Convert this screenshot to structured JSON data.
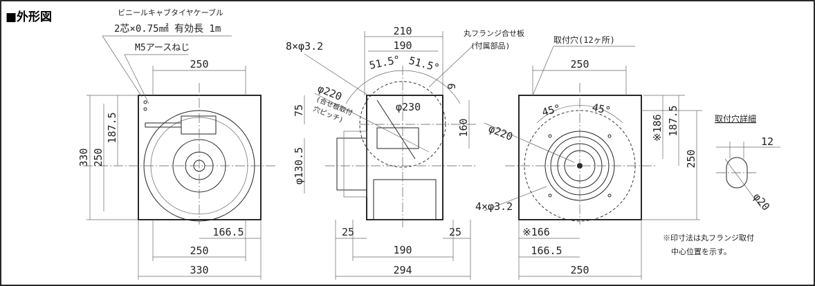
{
  "title": "■外形図",
  "left_view": {
    "cable_label_1": "ビニールキャブタイヤケーブル",
    "cable_label_2": "2芯×0.75㎟ 有効長 1m",
    "screw_label": "M5アースねじ",
    "dim_top": "250",
    "dim_height_outer": "330",
    "dim_height_inner": "250",
    "dim_center": "187.5",
    "dim_offset": "166.5",
    "dim_bottom_inner": "250",
    "dim_bottom_outer": "330"
  },
  "middle_view": {
    "dim_210": "210",
    "dim_190_top": "190",
    "holes": "8×φ3.2",
    "angle_left": "51.5°",
    "angle_right": "51.5°",
    "flange_label": "丸フランジ合せ板",
    "flange_sub": "(付属部品)",
    "pitch_dia": "φ220",
    "pitch_note_1": "(合せ板取付",
    "pitch_note_2": "穴ピッチ)",
    "dia_230": "φ230",
    "dim_9": "9",
    "dim_75": "75",
    "dim_160": "160",
    "dia_130_5": "φ130.5",
    "dim_25_left": "25",
    "dim_190_bottom": "190",
    "dim_25_right": "25",
    "dim_294": "294"
  },
  "right_view": {
    "holes_label": "取付穴(12ヶ所)",
    "dim_top": "250",
    "angle_left": "45°",
    "angle_right": "45°",
    "dia_220": "φ220",
    "dim_186": "※186",
    "dim_187_5": "187.5",
    "dim_250_v": "250",
    "holes_small": "4×φ3.2",
    "dim_166": "※166",
    "dim_166_5": "166.5",
    "dim_bottom": "250"
  },
  "detail": {
    "label": "取付穴詳細",
    "dim_12": "12",
    "dia_20": "φ20"
  },
  "note": {
    "line1": "※印寸法は丸フランジ取付",
    "line2": "中心位置を示す。"
  }
}
